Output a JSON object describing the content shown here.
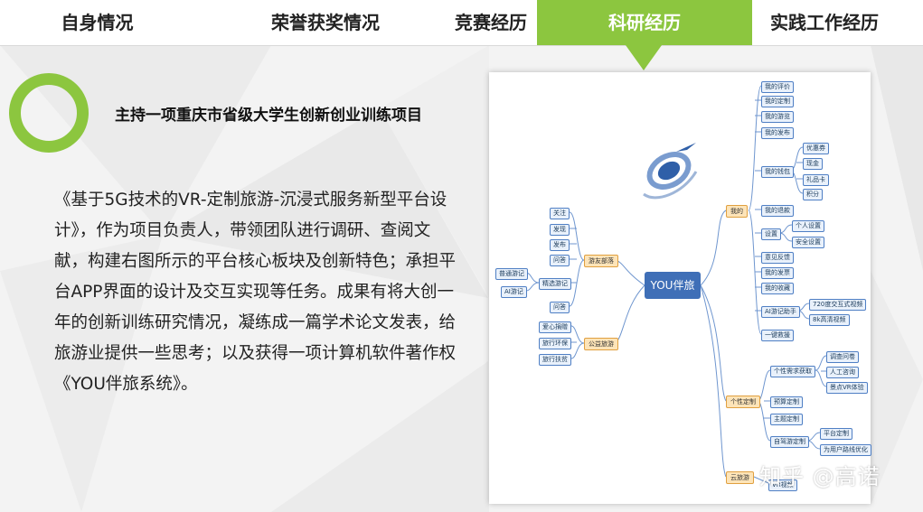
{
  "nav": {
    "items": [
      {
        "label": "自身情况",
        "active": false
      },
      {
        "label": "荣誉获奖情况",
        "active": false
      },
      {
        "label": "竞赛经历",
        "active": false
      },
      {
        "label": "科研经历",
        "active": true
      },
      {
        "label": "实践工作经历",
        "active": false
      }
    ],
    "active_color": "#8cc63f"
  },
  "section": {
    "heading": "主持一项重庆市省级大学生创新创业训练项目",
    "body": "《基于5G技术的VR-定制旅游-沉浸式服务新型平台设计》，作为项目负责人，带领团队进行调研、查阅文献，构建右图所示的平台核心板块及创新特色；承担平台APP界面的设计及交互实现等任务。成果有将大创一年的创新训练研究情况，凝练成一篇学术论文发表，给旅游业提供一些思考；以及获得一项计算机软件著作权《YOU伴旅系统》。"
  },
  "mindmap": {
    "center": "YOU伴旅",
    "left": {
      "groups": [
        {
          "label": "游友部落",
          "children": [
            "关注",
            "发现",
            "发布",
            "问答"
          ]
        },
        {
          "label": "精选游记",
          "children": [
            "普通游记",
            "AI游记"
          ]
        },
        {
          "label": "问答",
          "children": []
        },
        {
          "label": "公益旅游",
          "children": [
            "爱心捐赠",
            "旅行环保",
            "旅行扶贫"
          ]
        }
      ]
    },
    "right": {
      "groups": [
        {
          "label": "我的",
          "children": [
            "我的评价",
            "我的定制",
            "我的游览",
            "我的发布",
            "我的钱包",
            "我的退款",
            "设置",
            "意见反馈",
            "我的发票",
            "我的收藏",
            "AI游记助手",
            "一键救援"
          ]
        },
        {
          "label": "我的钱包",
          "children": [
            "优惠券",
            "现金",
            "礼品卡",
            "积分"
          ]
        },
        {
          "label": "设置",
          "children": [
            "个人设置",
            "安全设置"
          ]
        },
        {
          "label": "AI游记助手",
          "children": [
            "720度交互式视频",
            "8k高清视频"
          ]
        },
        {
          "label": "个性定制",
          "children": [
            "个性需求获取",
            "预算定制",
            "主题定制",
            "自驾游定制"
          ]
        },
        {
          "label": "个性需求获取",
          "children": [
            "调查问卷",
            "人工咨询",
            "景点VR体验"
          ]
        },
        {
          "label": "自驾游定制",
          "children": [
            "平台定制",
            "为用户路线优化"
          ]
        },
        {
          "label": "云旅游",
          "children": [
            "VR视频"
          ]
        }
      ]
    }
  },
  "watermark": "知乎 @高诺"
}
